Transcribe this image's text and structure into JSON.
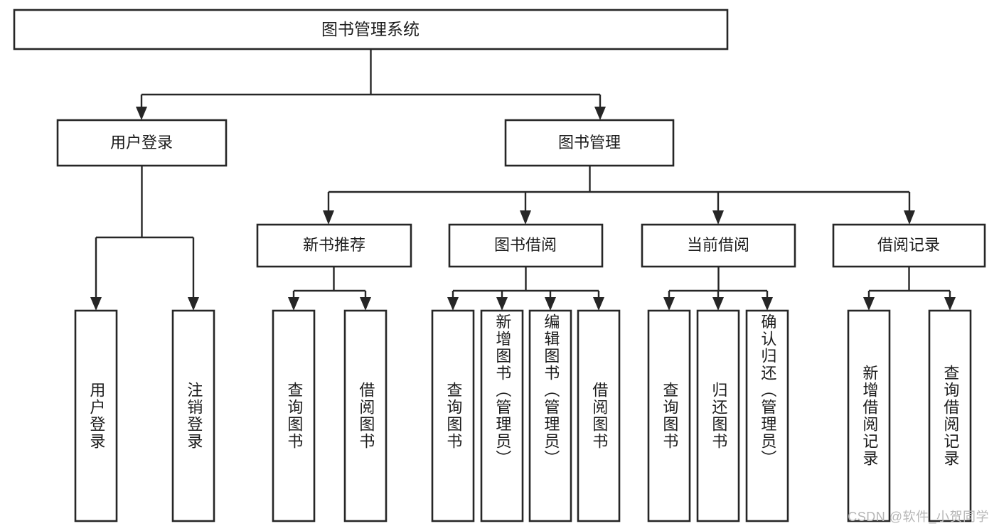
{
  "diagram": {
    "type": "tree",
    "title": "图书管理系统",
    "watermark": "CSDN @软件_小贺同学",
    "colors": {
      "stroke": "#262626",
      "fill": "#ffffff",
      "text": "#1c1c1c",
      "watermark": "#b6b6b6"
    },
    "root": {
      "label": "图书管理系统"
    },
    "level2": [
      {
        "label": "用户登录"
      },
      {
        "label": "图书管理"
      }
    ],
    "level3": [
      {
        "label": "新书推荐"
      },
      {
        "label": "图书借阅"
      },
      {
        "label": "当前借阅"
      },
      {
        "label": "借阅记录"
      }
    ],
    "leaves": {
      "user_login": [
        {
          "label": "用户登录"
        },
        {
          "label": "注销登录"
        }
      ],
      "new_book_recommend": [
        {
          "label": "查询图书"
        },
        {
          "label": "借阅图书"
        }
      ],
      "book_borrow": [
        {
          "label": "查询图书"
        },
        {
          "label": "新增图书（管理员）"
        },
        {
          "label": "编辑图书（管理员）"
        },
        {
          "label": "借阅图书"
        }
      ],
      "current_borrow": [
        {
          "label": "查询图书"
        },
        {
          "label": "归还图书"
        },
        {
          "label": "确认归还（管理员）"
        }
      ],
      "borrow_records": [
        {
          "label": "新增借阅记录"
        },
        {
          "label": "查询借阅记录"
        }
      ]
    }
  }
}
